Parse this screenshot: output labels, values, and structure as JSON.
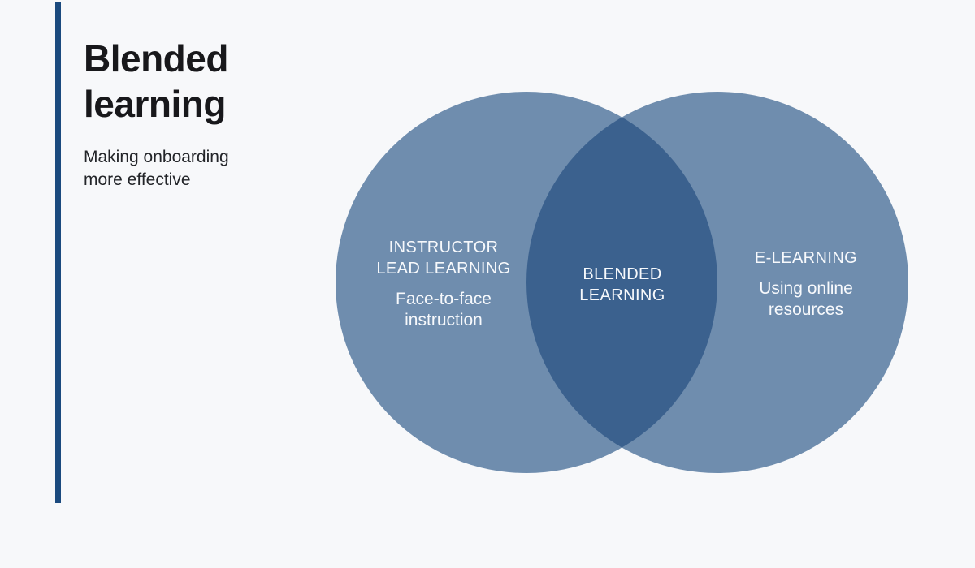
{
  "page": {
    "background_color": "#f7f8fa",
    "accent_bar_color": "#1b4a7e"
  },
  "header": {
    "title": "Blended\nlearning",
    "subtitle": "Making onboarding\nmore effective",
    "title_color": "#18181b"
  },
  "venn": {
    "circle_color": "#6f8dae",
    "overlap_color": "#3b618e",
    "text_color": "#f7f9fc",
    "left": {
      "heading": "INSTRUCTOR\nLEAD LEARNING",
      "body": "Face-to-face\ninstruction"
    },
    "center": {
      "heading": "BLENDED\nLEARNING"
    },
    "right": {
      "heading": "E-LEARNING",
      "body": "Using online\nresources"
    }
  }
}
